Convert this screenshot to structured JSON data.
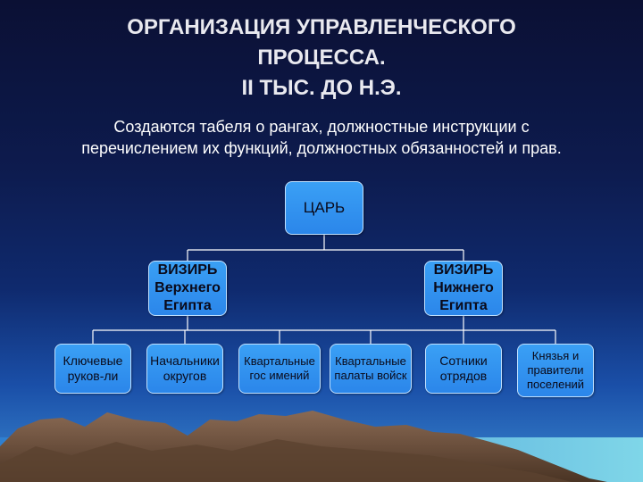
{
  "title": {
    "line1": "ОРГАНИЗАЦИЯ УПРАВЛЕНЧЕСКОГО",
    "line2": "ПРОЦЕССА.",
    "line3": "II ТЫС. ДО Н.Э."
  },
  "subtitle": {
    "line1": "Создаются табеля о рангах, должностные инструкции с",
    "line2": "перечислением их функций, должностных обязанностей и прав."
  },
  "tsar": {
    "label": "ЦАРЬ"
  },
  "vizier_upper": {
    "line1": "ВИЗИРЬ",
    "line2": "Верхнего",
    "line3": "Египта"
  },
  "vizier_lower": {
    "line1": "ВИЗИРЬ",
    "line2": "Нижнего",
    "line3": "Египта"
  },
  "officials": [
    {
      "line1": "Ключевые",
      "line2": "руков-ли"
    },
    {
      "line1": "Начальники",
      "line2": "округов"
    },
    {
      "line1": "Квартальные",
      "line2": "гос имений"
    },
    {
      "line1": "Квартальные",
      "line2": "палаты войск"
    },
    {
      "line1": "Сотники",
      "line2": "отрядов"
    },
    {
      "line1": "Князья и",
      "line2": "правители",
      "line3": "поселений"
    }
  ],
  "colors": {
    "node_fill": "#3399ee",
    "node_border": "#bfe0ff",
    "connector": "#ffffff",
    "title_text": "#e9e9ef",
    "mountain": "#7a5a46"
  }
}
